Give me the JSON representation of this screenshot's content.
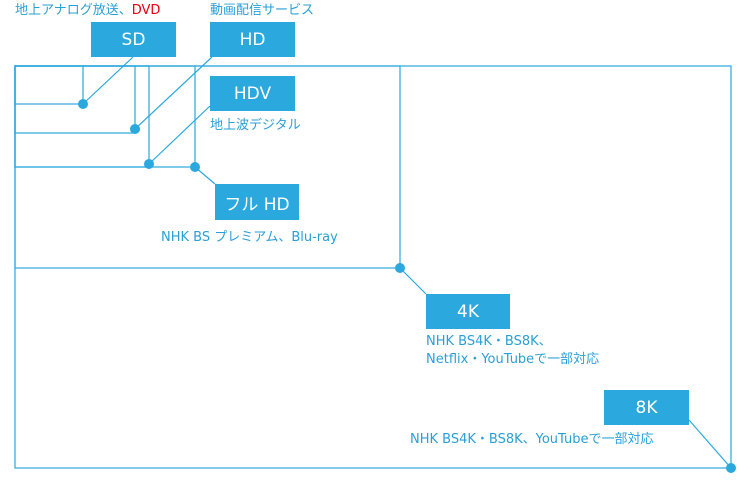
{
  "colors": {
    "line": "#2ba8dd",
    "box": "#2ba8dd",
    "box_text": "#ffffff",
    "caption": "#2a9fd6",
    "highlight": "#e60012"
  },
  "formats": [
    {
      "id": "sd",
      "name": "SD",
      "caption_prefix": "地上アナログ放送、",
      "caption_highlight": "DVD"
    },
    {
      "id": "hd",
      "name": "HD",
      "caption": "動画配信サービス"
    },
    {
      "id": "hdv",
      "name": "HDV",
      "caption": "地上波デジタル"
    },
    {
      "id": "fullhd",
      "name": "フル HD",
      "caption": "NHK BS プレミアム、Blu-ray"
    },
    {
      "id": "4k",
      "name": "4K",
      "caption_line1": "NHK BS4K・BS8K、",
      "caption_line2": "Netflix・YouTubeで一部対応"
    },
    {
      "id": "8k",
      "name": "8K",
      "caption": "NHK BS4K・BS8K、YouTubeで一部対応"
    }
  ]
}
